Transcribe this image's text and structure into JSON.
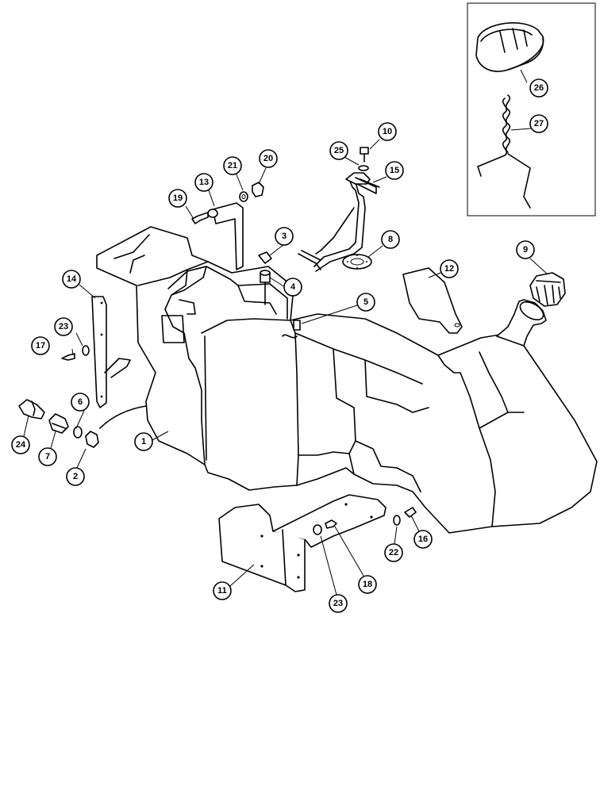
{
  "callouts": [
    {
      "id": "c1",
      "label": "1"
    },
    {
      "id": "c2",
      "label": "2"
    },
    {
      "id": "c3",
      "label": "3"
    },
    {
      "id": "c4",
      "label": "4"
    },
    {
      "id": "c5",
      "label": "5"
    },
    {
      "id": "c6",
      "label": "6"
    },
    {
      "id": "c7",
      "label": "7"
    },
    {
      "id": "c8",
      "label": "8"
    },
    {
      "id": "c9",
      "label": "9"
    },
    {
      "id": "c10",
      "label": "10"
    },
    {
      "id": "c11",
      "label": "11"
    },
    {
      "id": "c12",
      "label": "12"
    },
    {
      "id": "c13",
      "label": "13"
    },
    {
      "id": "c14",
      "label": "14"
    },
    {
      "id": "c15",
      "label": "15"
    },
    {
      "id": "c16",
      "label": "16"
    },
    {
      "id": "c17",
      "label": "17"
    },
    {
      "id": "c18",
      "label": "18"
    },
    {
      "id": "c19",
      "label": "19"
    },
    {
      "id": "c20",
      "label": "20"
    },
    {
      "id": "c21",
      "label": "21"
    },
    {
      "id": "c22",
      "label": "22"
    },
    {
      "id": "c23a",
      "label": "23"
    },
    {
      "id": "c23b",
      "label": "23"
    },
    {
      "id": "c24",
      "label": "24"
    },
    {
      "id": "c25",
      "label": "25"
    },
    {
      "id": "c26",
      "label": "26"
    },
    {
      "id": "c27",
      "label": "27"
    }
  ]
}
